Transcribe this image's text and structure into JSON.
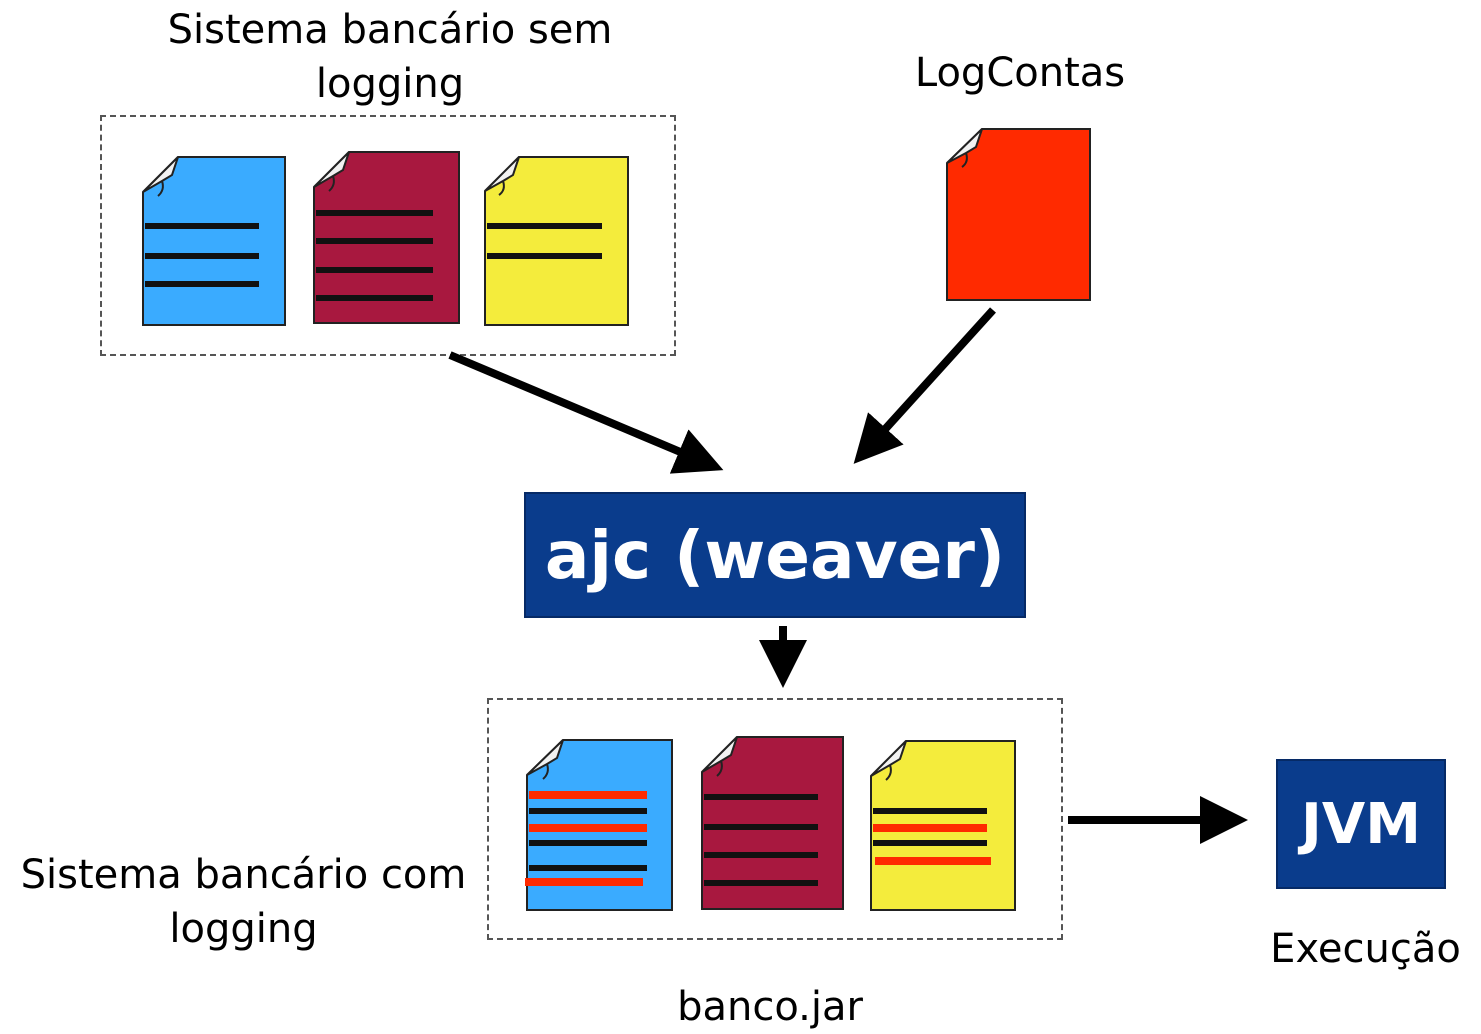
{
  "labels": {
    "source_group": "Sistema bancário sem\nlogging",
    "aspect": "LogContas",
    "output_group": "Sistema bancário com\nlogging",
    "jar": "banco.jar",
    "execution": "Execução"
  },
  "nodes": {
    "weaver": "ajc (weaver)",
    "jvm": "JVM"
  },
  "colors": {
    "doc_blue": "#3aabff",
    "doc_crimson": "#a8183f",
    "doc_yellow": "#f4ec3c",
    "doc_red": "#ff2a00",
    "code_line": "#111111",
    "woven_line": "#ff2a00",
    "node_fill": "#0a3c8c"
  }
}
